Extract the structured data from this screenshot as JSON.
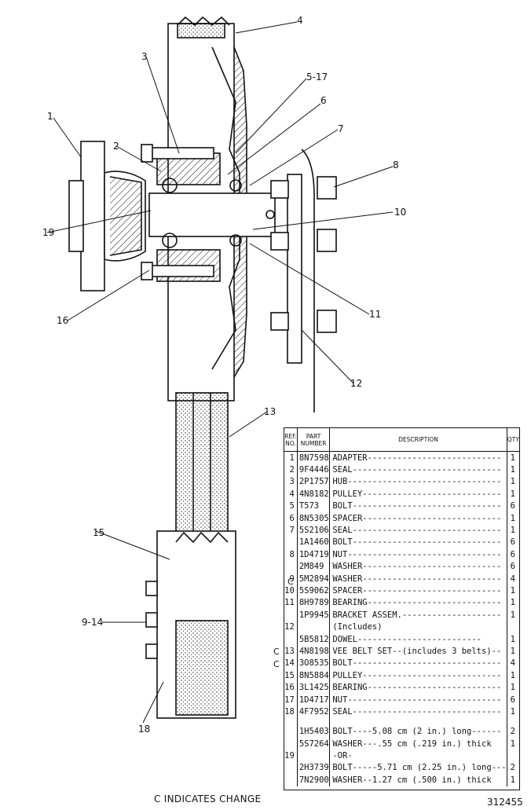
{
  "callouts": [
    "1",
    "2",
    "3",
    "4",
    "5-17",
    "6",
    "7",
    "8",
    "10",
    "11",
    "12",
    "13",
    "15",
    "16",
    "18",
    "19",
    "9-14"
  ],
  "table": {
    "headers": {
      "ref": "REF. NO.",
      "part": "PART NUMBER",
      "description": "DESCRIPTION",
      "qty": "QTY"
    },
    "rows": [
      {
        "ref": "1",
        "part": "8N7598",
        "desc": "ADAPTER---------------------------",
        "qty": "1"
      },
      {
        "ref": "2",
        "part": "9F4446",
        "desc": "SEAL------------------------------",
        "qty": "1"
      },
      {
        "ref": "3",
        "part": "2P1757",
        "desc": "HUB-------------------------------",
        "qty": "1"
      },
      {
        "ref": "4",
        "part": "4N8182",
        "desc": "PULLEY----------------------------",
        "qty": "1"
      },
      {
        "ref": "5",
        "part": "T573",
        "desc": "BOLT------------------------------",
        "qty": "6"
      },
      {
        "ref": "6",
        "part": "8N5305",
        "desc": "SPACER----------------------------",
        "qty": "1"
      },
      {
        "ref": "7",
        "part": "5S2106",
        "desc": "SEAL------------------------------",
        "qty": "1"
      },
      {
        "ref": "",
        "part": "1A1460",
        "desc": "BOLT------------------------------",
        "qty": "6"
      },
      {
        "ref": "8",
        "part": "1D4719",
        "desc": "NUT-------------------------------",
        "qty": "6"
      },
      {
        "ref": "",
        "part": "2M849",
        "desc": "WASHER----------------------------",
        "qty": "6"
      },
      {
        "ref": "9",
        "part": "5M2894",
        "desc": "WASHER----------------------------",
        "qty": "4"
      },
      {
        "ref": "10",
        "part": "5S9062",
        "desc": "SPACER----------------------------",
        "qty": "1"
      },
      {
        "ref": "11",
        "part": "8H9789",
        "desc": "BEARING---------------------------",
        "qty": "1"
      },
      {
        "ref": "",
        "part": "1P9945",
        "desc": "BRACKET ASSEM.--------------------",
        "qty": "1"
      },
      {
        "ref": "12",
        "part": "",
        "desc": "     (Includes)",
        "qty": ""
      },
      {
        "ref": "",
        "part": "5B5812",
        "desc": "     DOWEL-------------------------",
        "qty": "1"
      },
      {
        "ref": "13",
        "part": "4N8198",
        "desc": "VEE BELT SET--(includes 3 belts)--",
        "qty": "1"
      },
      {
        "ref": "14",
        "part": "3O8535",
        "desc": "BOLT------------------------------",
        "qty": "4"
      },
      {
        "ref": "15",
        "part": "8N5884",
        "desc": "PULLEY----------------------------",
        "qty": "1"
      },
      {
        "ref": "16",
        "part": "3L1425",
        "desc": "BEARING---------------------------",
        "qty": "1"
      },
      {
        "ref": "17",
        "part": "1D4717",
        "desc": "NUT-------------------------------",
        "qty": "6"
      },
      {
        "ref": "18",
        "part": "4F7952",
        "desc": "SEAL------------------------------",
        "qty": "1"
      },
      {
        "ref": "",
        "part": "1H5403",
        "desc": "BOLT----5.08 cm (2 in.) long------",
        "qty": "2"
      },
      {
        "ref": "",
        "part": "5S7264",
        "desc": "WASHER---.55 cm (.219 in.) thick",
        "qty": "1"
      },
      {
        "ref": "19",
        "part": "",
        "desc": "               -OR-",
        "qty": ""
      },
      {
        "ref": "",
        "part": "2H3739",
        "desc": "BOLT-----5.71 cm (2.25 in.) long---",
        "qty": "2"
      },
      {
        "ref": "",
        "part": "7N2900",
        "desc": "WASHER--1.27 cm (.500 in.) thick",
        "qty": "1"
      }
    ]
  },
  "change_marks": [
    "C",
    "C",
    "C"
  ],
  "legend": "C INDICATES CHANGE",
  "figure_number": "312455"
}
